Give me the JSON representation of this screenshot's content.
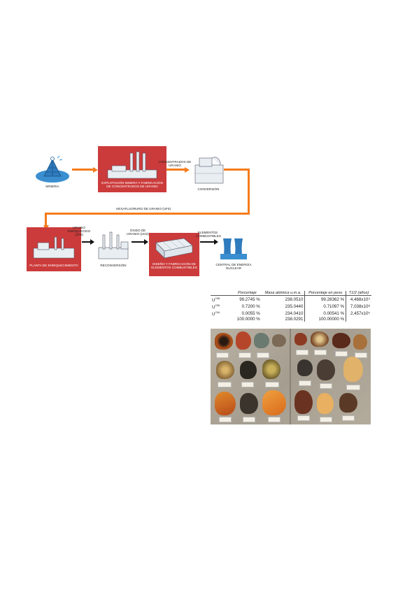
{
  "flow": {
    "mine_label": "MINERIA",
    "extraction_label": "EXPLOTACIÓN MINERA Y FABRICACIÓN DE CONCENTRADOS DE URANIO",
    "concentrate_label": "CONCENTRADOS DE URANIO",
    "conversion_label": "CONVERSIÓN",
    "hex_label": "HEXAFLUORURO DE URANIO (UF6)",
    "enrichment_plant_label": "PLANTA DE ENRIQUECIMIENTO",
    "enriched_label": "URANIO ENRIQUECIDO (UF6)",
    "reconversion_label": "RECONVERSIÓN",
    "oxide_label": "ÓXIDO DE URANIO (UO2)",
    "fabrication_label": "DISEÑO Y FABRICACIÓN DE ELEMENTOS COMBUSTIBLES",
    "fuel_label": "ELEMENTOS COMBUSTIBLES",
    "plant_label": "CENTRAL DE ENERGÍA NUCLEAR",
    "colors": {
      "arrow": "#f47c1c",
      "box": "#cc3b3b",
      "icon": "#3b8fd0"
    }
  },
  "isotope_table": {
    "headers": [
      "Porcentaje",
      "Masa atómica u.m.a.",
      "Porcentaje en peso",
      "T1/2 (años)"
    ],
    "rows": [
      {
        "isotope": "U238",
        "pct": "99.2745 %",
        "mass": "238.0510",
        "weight": "99.28362 %",
        "half_life": "4,468x10⁹"
      },
      {
        "isotope": "U235",
        "pct": "0.7200 %",
        "mass": "235.0440",
        "weight": "0.71097 %",
        "half_life": "7,038x10⁸"
      },
      {
        "isotope": "U234",
        "pct": "0.0055 %",
        "mass": "234.0410",
        "weight": "0.00541 %",
        "half_life": "2,457x10⁵"
      },
      {
        "isotope": "",
        "pct": "100.0000 %",
        "mass": "238.0291",
        "weight": "100.00000 %",
        "half_life": ""
      }
    ]
  }
}
